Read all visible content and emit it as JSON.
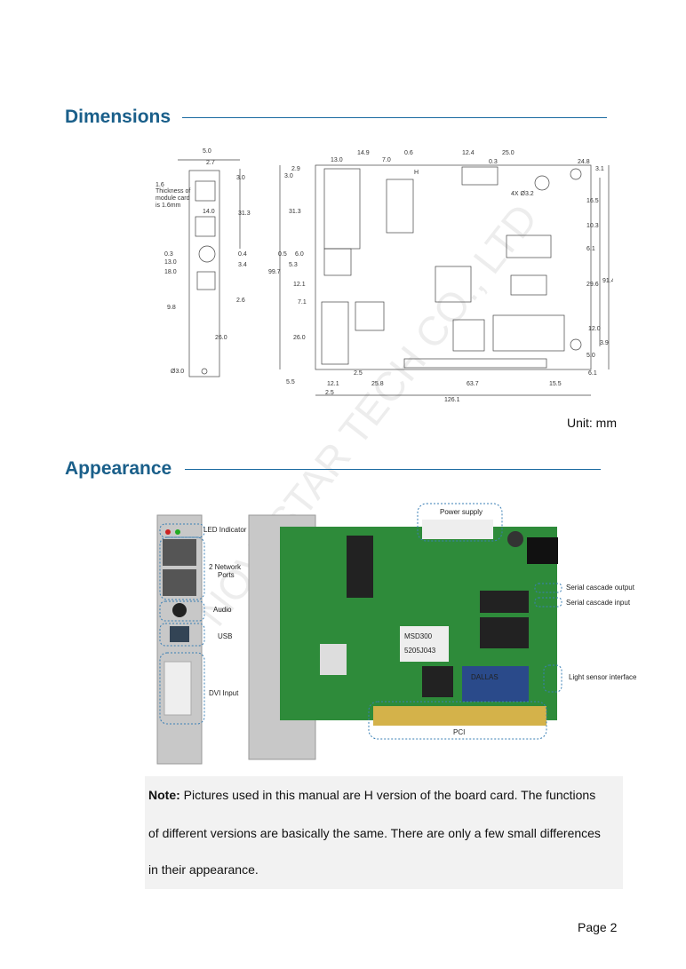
{
  "sections": {
    "dimensions": "Dimensions",
    "appearance": "Appearance"
  },
  "unit_label": "Unit: mm",
  "watermark": "NOVASTAR TECH CO., LTD",
  "dimension_labels": {
    "side": [
      "5.0",
      "2.7",
      "1.6",
      "Thickness of",
      "module card",
      "is 1.6mm",
      "3.0",
      "14.0",
      "31.3",
      "0.3",
      "13.0",
      "18.0",
      "0.4",
      "3.4",
      "2.6",
      "9.8",
      "26.0",
      "Ø3.0"
    ],
    "top": [
      "14.9",
      "0.6",
      "12.4",
      "25.0",
      "0.3",
      "24.8",
      "3.1",
      "13.0",
      "2.9",
      "3.0",
      "7.0",
      "H",
      "4X Ø3.2"
    ],
    "left": [
      "31.3",
      "0.5",
      "6.0",
      "99.7",
      "5.3",
      "12.1",
      "7.1",
      "26.0",
      "5.5"
    ],
    "right": [
      "16.5",
      "10.3",
      "6.1",
      "29.6",
      "91.4",
      "12.0",
      "3.9",
      "5.0",
      "6.1"
    ],
    "bottom": [
      "12.1",
      "2.5",
      "25.8",
      "63.7",
      "15.5",
      "2.5",
      "126.1"
    ]
  },
  "callouts": [
    "LED Indicator",
    "2 Network Ports",
    "Audio",
    "USB",
    "DVI Input",
    "Power supply",
    "Serial cascade output",
    "Serial cascade input",
    "Light sensor interface",
    "PCI"
  ],
  "chip_labels": [
    "MSD300",
    "5205J043",
    "DALLAS"
  ],
  "note": {
    "label": "Note:",
    "line1": " Pictures used in this manual are H version of the board card. The functions",
    "line2": "of different versions are basically the same. There are only a few small differences",
    "line3": "in their appearance."
  },
  "page_number": "Page 2"
}
